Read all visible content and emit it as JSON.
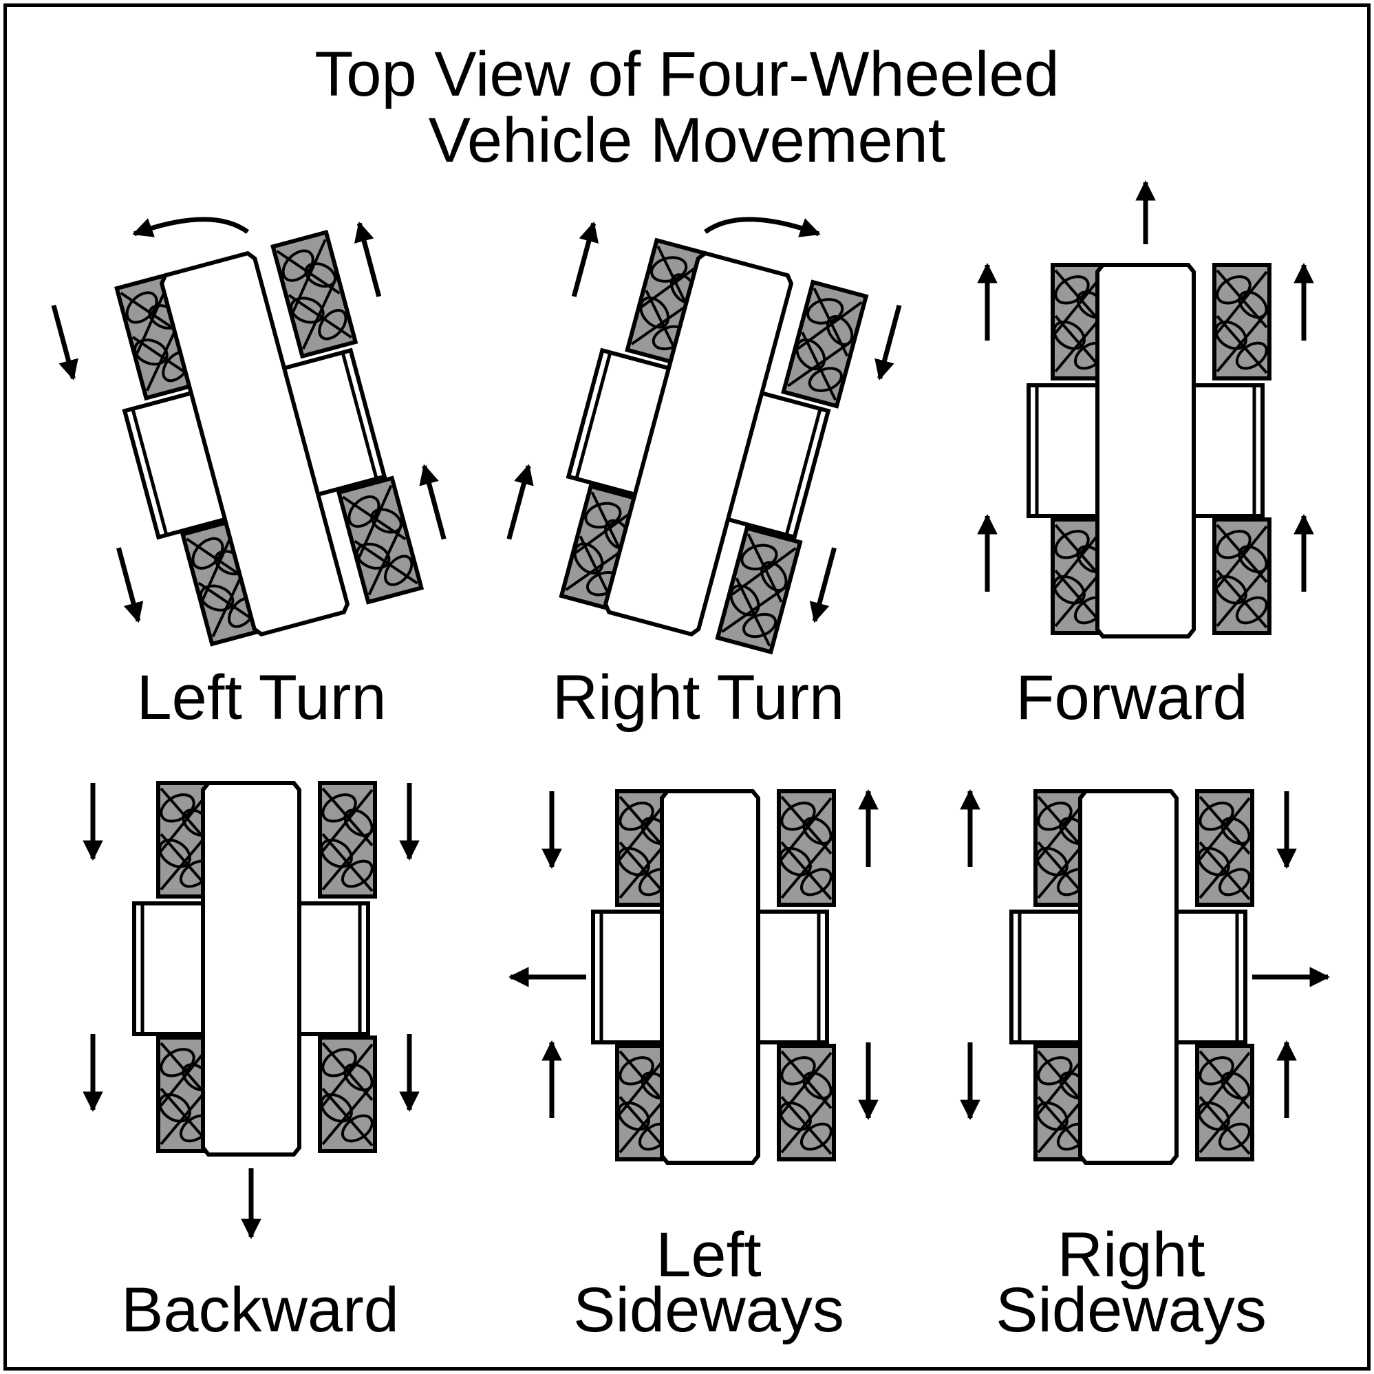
{
  "title": {
    "line1": "Top View of Four-Wheeled",
    "line2": "Vehicle Movement"
  },
  "colors": {
    "ink": "#000000",
    "wheel_fill": "#999999",
    "body_fill": "#ffffff"
  },
  "panels": [
    {
      "id": "left-turn",
      "caption_lines": [
        "Left Turn"
      ],
      "wheel_arrows": [
        "down",
        "up",
        "down",
        "up"
      ],
      "body_motion": "rotate-left"
    },
    {
      "id": "right-turn",
      "caption_lines": [
        "Right Turn"
      ],
      "wheel_arrows": [
        "up",
        "down",
        "up",
        "down"
      ],
      "body_motion": "rotate-right"
    },
    {
      "id": "forward",
      "caption_lines": [
        "Forward"
      ],
      "wheel_arrows": [
        "up",
        "up",
        "up",
        "up"
      ],
      "body_motion": "up"
    },
    {
      "id": "backward",
      "caption_lines": [
        "Backward"
      ],
      "wheel_arrows": [
        "down",
        "down",
        "down",
        "down"
      ],
      "body_motion": "down"
    },
    {
      "id": "left-sideways",
      "caption_lines": [
        "Left",
        "Sideways"
      ],
      "wheel_arrows": [
        "down",
        "up",
        "up",
        "down"
      ],
      "body_motion": "left"
    },
    {
      "id": "right-sideways",
      "caption_lines": [
        "Right",
        "Sideways"
      ],
      "wheel_arrows": [
        "up",
        "down",
        "down",
        "up"
      ],
      "body_motion": "right"
    }
  ]
}
